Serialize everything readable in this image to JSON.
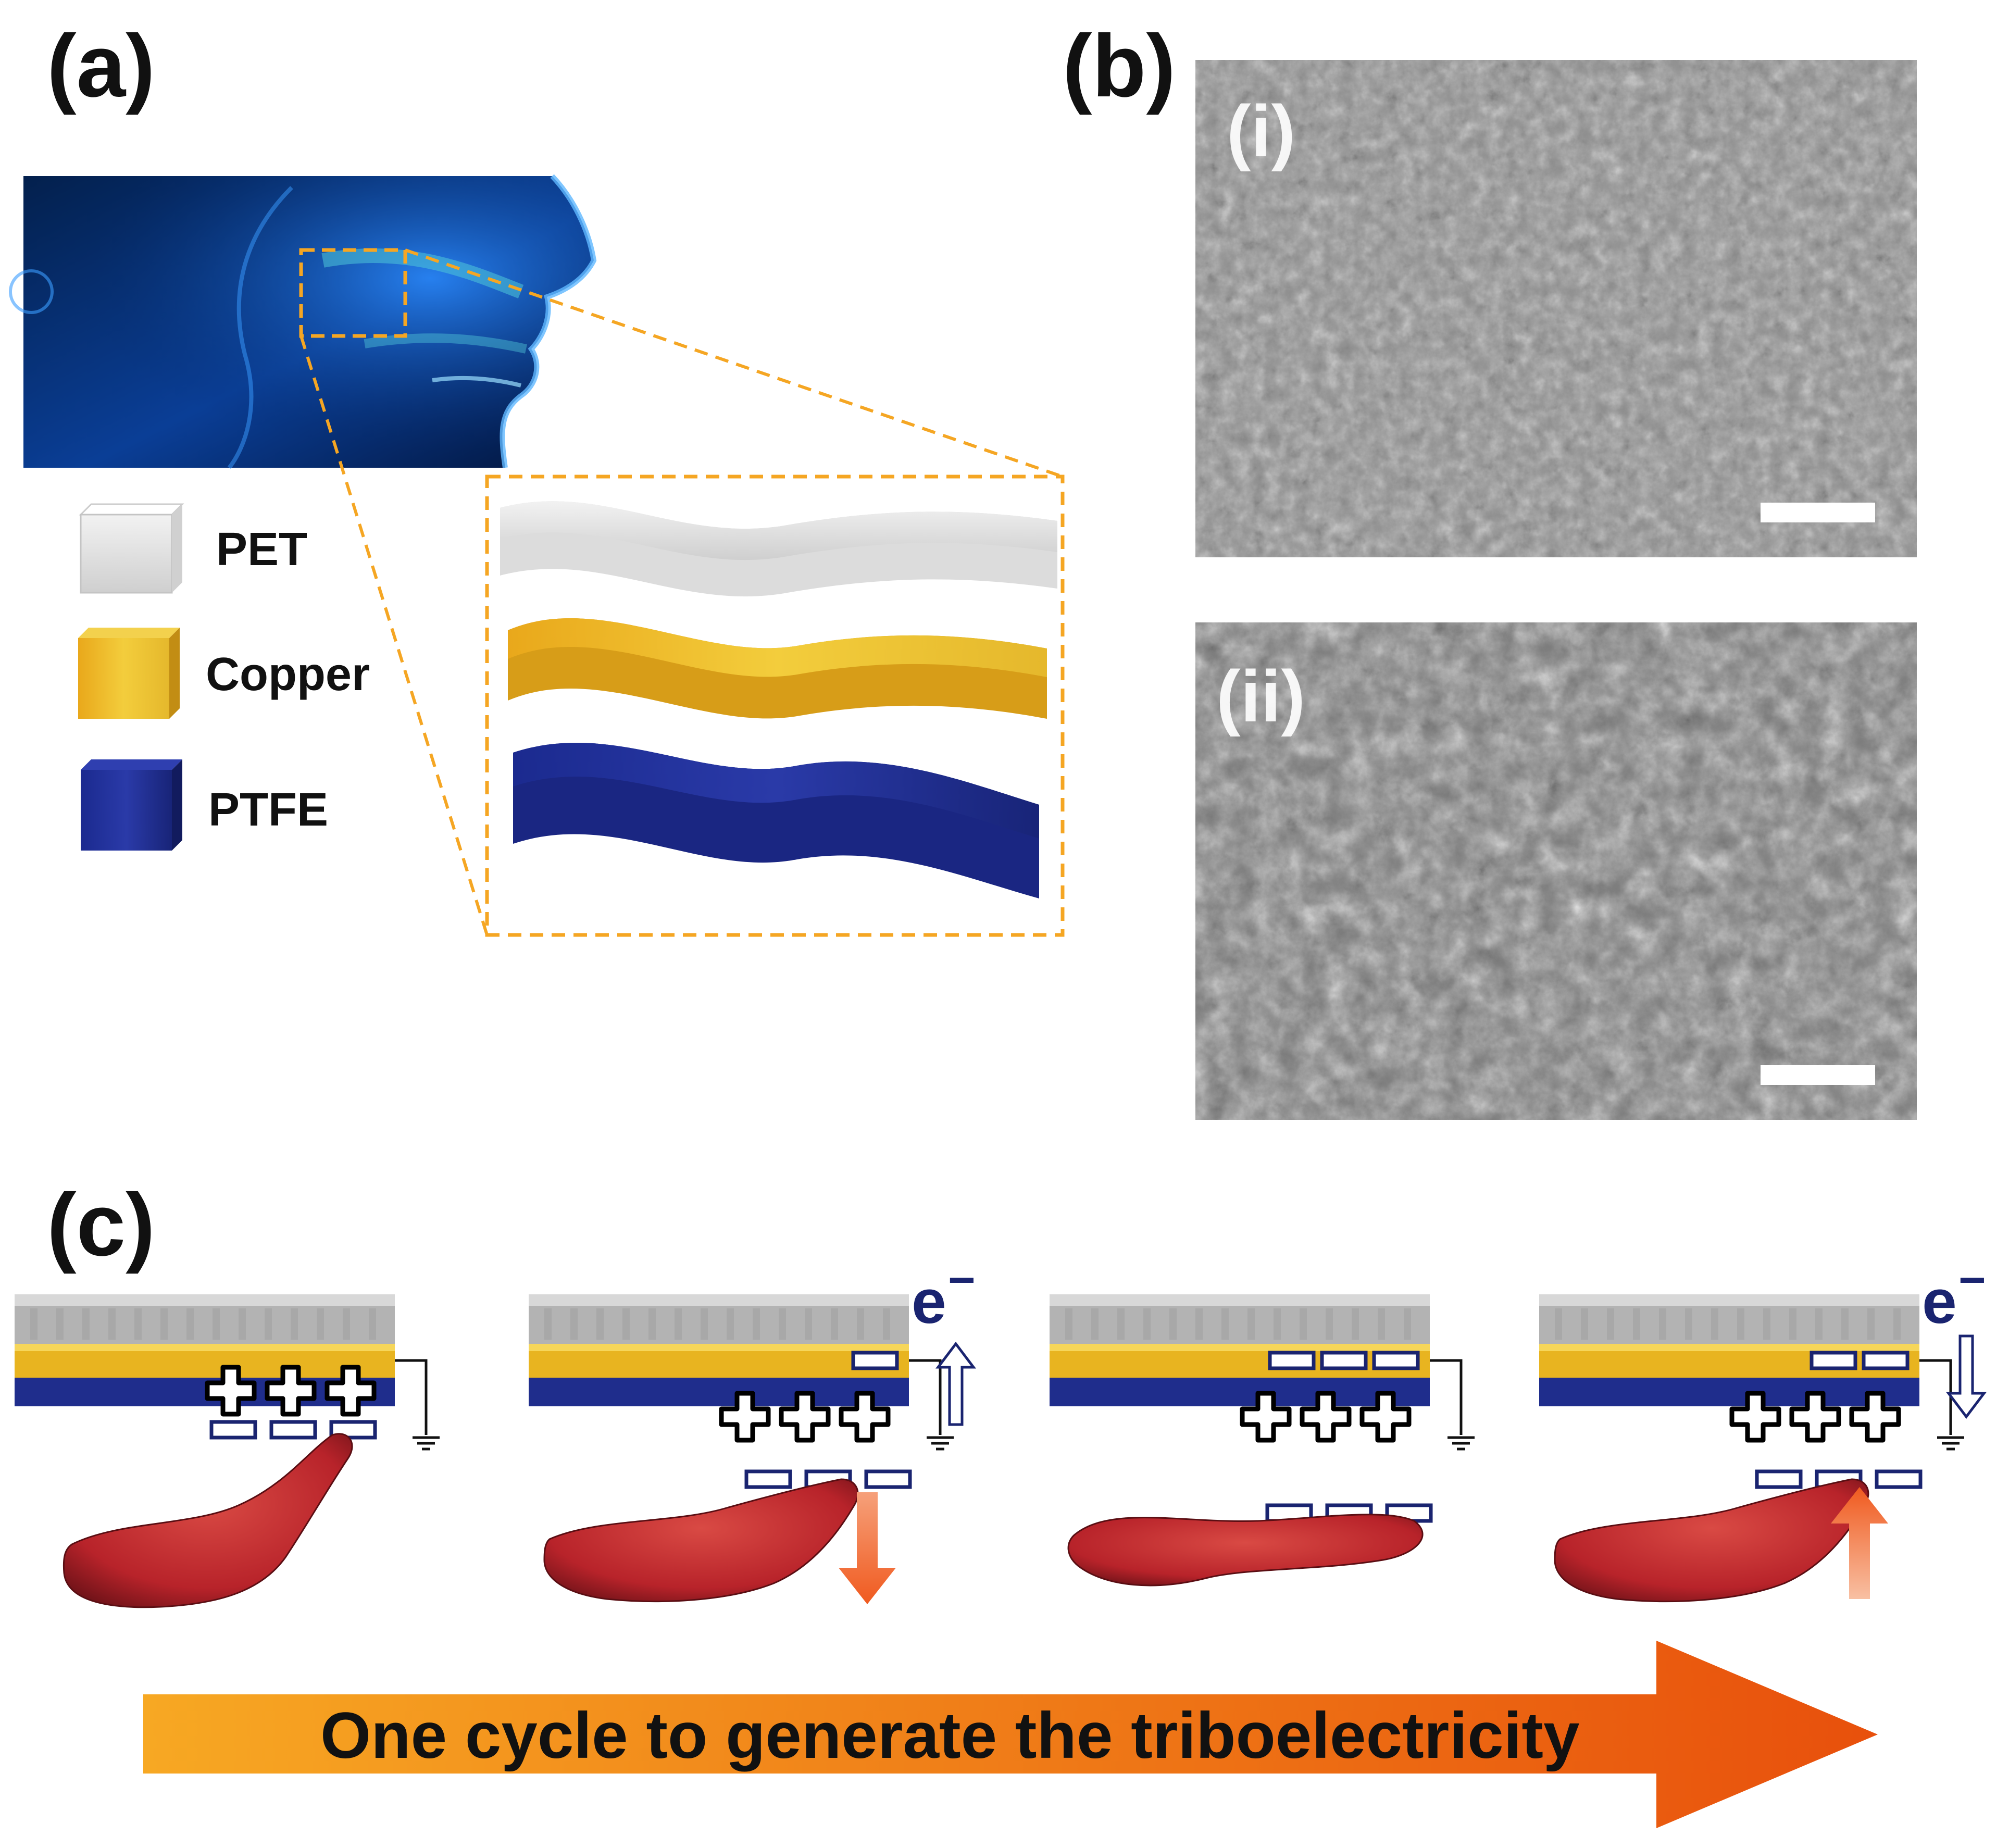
{
  "panels": {
    "a": {
      "label": "(a)"
    },
    "b": {
      "label": "(b)",
      "sub_i": "(i)",
      "sub_ii": "(ii)"
    },
    "c": {
      "label": "(c)"
    }
  },
  "legend": [
    {
      "name": "PET",
      "color": "#d9d9d9"
    },
    {
      "name": "Copper",
      "color": "#e8b420"
    },
    {
      "name": "PTFE",
      "color": "#1f2d8c"
    }
  ],
  "cycle": {
    "electron_symbol": "e",
    "electron_sign": "−",
    "arrow_text": "One cycle to generate the triboelectricity",
    "steps": [
      {
        "copper_negatives": 0,
        "ptfe_positives": 3,
        "tongue_negatives": 3,
        "motion": "none",
        "electron_flow": "none",
        "contact": true
      },
      {
        "copper_negatives": 1,
        "ptfe_positives": 3,
        "tongue_negatives": 3,
        "motion": "down",
        "electron_flow": "up",
        "contact": false
      },
      {
        "copper_negatives": 3,
        "ptfe_positives": 3,
        "tongue_negatives": 3,
        "motion": "none",
        "electron_flow": "none",
        "contact": false
      },
      {
        "copper_negatives": 2,
        "ptfe_positives": 3,
        "tongue_negatives": 3,
        "motion": "up",
        "electron_flow": "down",
        "contact": false
      }
    ]
  },
  "colors": {
    "pet": "#c8c8c8",
    "copper": "#e8b420",
    "ptfe": "#1f2d8c",
    "tongue": "#c0262b",
    "motion_arrow": "#f26a2e",
    "callout": "#f5a623",
    "sem_gray": "#8f8f8f"
  }
}
